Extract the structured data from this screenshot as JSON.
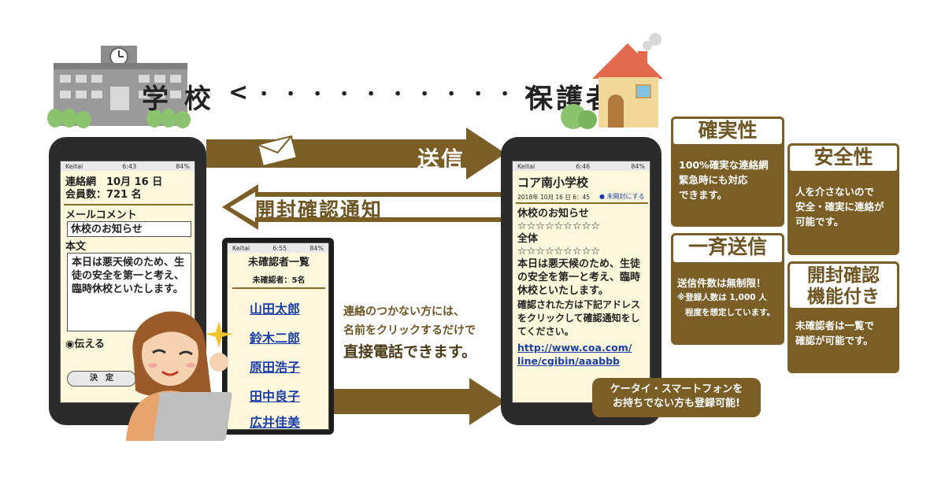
{
  "header": {
    "school": "学 校",
    "guardian": "保護者",
    "arrow_left": "<",
    "arrow_dots": "・・・・・・・・・・",
    "arrow_right": ">"
  },
  "arrows": {
    "send": "送信",
    "open_notice": "開封確認通知"
  },
  "phone_left": {
    "carrier": "Keitai",
    "time": "6:43",
    "battery": "84%",
    "line1": "連絡網　10月 16 日",
    "line2": "会員数：721 名",
    "comment_label": "メールコメント",
    "comment_value": "休校のお知らせ",
    "body_label": "本文",
    "body_text": "本日は悪天候のため、生徒の安全を第一と考え、臨時休校といたします。",
    "radio_label": "◉伝える",
    "button_label": "決　定"
  },
  "phone_middle": {
    "carrier": "Keitai",
    "time": "6:55",
    "battery": "84%",
    "title": "未確認者一覧",
    "count": "未確認者：5名",
    "names": [
      "山田太郎",
      "鈴木二郎",
      "原田浩子",
      "田中良子",
      "広井佳美"
    ]
  },
  "phone_right": {
    "carrier": "Keitai",
    "time": "6:46",
    "battery": "84%",
    "school": "コア南小学校",
    "date": "2018年 10月 16 日 6：45",
    "unopened": "● 未開封にする",
    "subject": "休校のお知らせ",
    "stars1": "☆☆☆☆☆☆☆☆☆",
    "to": "全体",
    "stars2": "☆☆☆☆☆☆☆☆☆",
    "body": "本日は悪天候のため、生徒の安全を第一と考え、臨時休校といたします。",
    "confirm": "確認された方は下記アドレスをクリックして確認通知をしてください。",
    "url1": "http://www.coa.com/",
    "url2": "line/cgibin/aaabbb"
  },
  "middle_text": {
    "line1": "連絡のつかない方には、",
    "line2": "名前をクリックするだけで",
    "line3": "直接電話できます。"
  },
  "keitai_badge": {
    "line1": "ケータイ・スマートフォンを",
    "line2": "お持ちでない方も登録可能!"
  },
  "features": {
    "reliability": {
      "title": "確実性",
      "lines": [
        "100%確実な連絡網",
        "緊急時にも対応",
        "できます。"
      ]
    },
    "safety": {
      "title": "安全性",
      "lines": [
        "人を介さないので",
        "安全・確実に連絡が",
        "可能です。"
      ]
    },
    "broadcast": {
      "title": "一斉送信",
      "lines": [
        "送信件数は無制限！",
        "※登録人数は 1,000 人",
        "程度を想定しています。"
      ]
    },
    "open_check": {
      "title1": "開封確認",
      "title2": "機能付き",
      "lines": [
        "未確認者は一覧で",
        "確認が可能です。"
      ]
    }
  },
  "colors": {
    "brown": "#7a5e26",
    "link_blue": "#1a3fa8",
    "screen_bg": "#fdf8dc"
  }
}
